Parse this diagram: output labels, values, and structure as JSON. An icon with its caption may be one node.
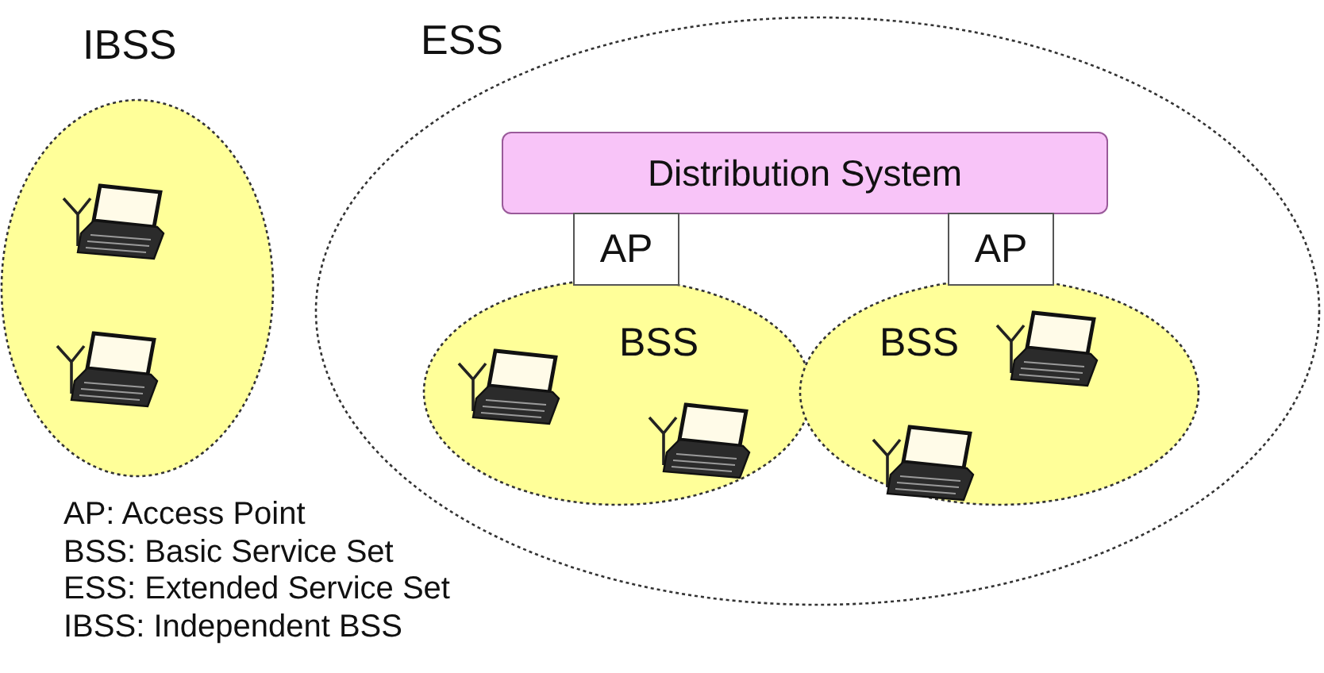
{
  "diagram": {
    "nodes": [
      {
        "text": [
          "IBSS"
        ]
      },
      {
        "text": [
          "ESS"
        ]
      },
      {
        "text": [
          "Distribution System"
        ],
        "in": 1
      },
      {
        "text": [
          "AP"
        ],
        "in": 1
      },
      {
        "text": [
          "AP"
        ],
        "in": 1
      },
      {
        "text": [
          "BSS"
        ],
        "in": 1
      },
      {
        "text": [
          "BSS"
        ],
        "in": 1
      }
    ],
    "labels": [
      "AP: Access Point",
      "BSS: Basic Service Set",
      "ESS: Extended Service Set",
      "IBSS: Independent BSS"
    ]
  }
}
